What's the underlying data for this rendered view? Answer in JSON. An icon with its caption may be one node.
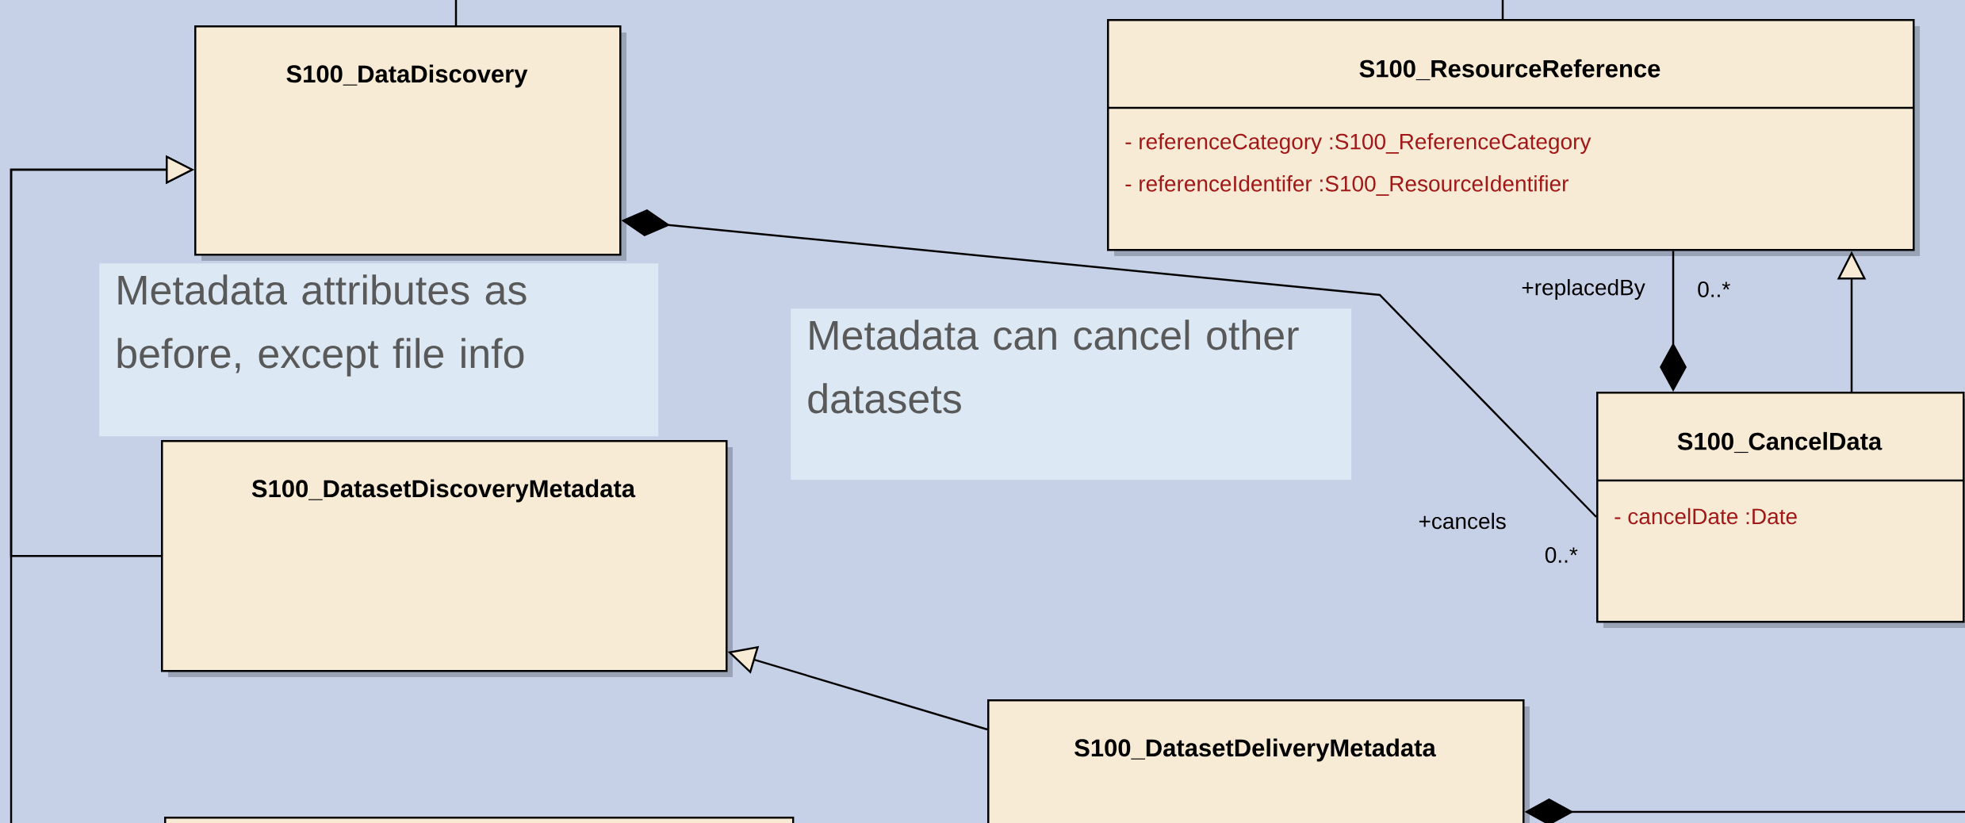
{
  "diagram": {
    "nodes": [
      {
        "text": [
          "S100_DataDiscovery"
        ]
      },
      {
        "text": [
          "Metadata attributes as before, except file info"
        ]
      },
      {
        "text": [
          "Metadata can cancel other datasets"
        ]
      },
      {
        "text": [
          "S100_ResourceReference",
          "- referenceCategory :S100_ReferenceCategory",
          "- referenceIdentifer :S100_ResourceIdentifier"
        ]
      },
      {
        "text": [
          "S100_CancelData",
          "- cancelDate :Date"
        ]
      },
      {
        "text": [
          "S100_DatasetDiscoveryMetadata"
        ]
      },
      {
        "text": [
          "S100_DatasetDeliveryMetadata"
        ]
      },
      {
        "text": [],
        "shape": "box"
      }
    ],
    "edges": [
      {
        "from": null,
        "to": 0,
        "arrow": "none"
      },
      {
        "from": null,
        "to": 3,
        "arrow": "none"
      },
      {
        "from": 5,
        "to": 0,
        "arrow": "to"
      },
      {
        "from": null,
        "to": 0,
        "arrow": "to"
      },
      {
        "from": 0,
        "to": 4,
        "arrow": "other"
      },
      {
        "from": 4,
        "to": 3,
        "arrow": "other"
      },
      {
        "from": 4,
        "to": 3,
        "arrow": "to"
      },
      {
        "from": 6,
        "to": 5,
        "arrow": "to"
      },
      {
        "from": 6,
        "to": null,
        "arrow": "other"
      }
    ],
    "labels": [
      "+replacedBy",
      "0..*",
      "+cancels",
      "0..*"
    ]
  }
}
